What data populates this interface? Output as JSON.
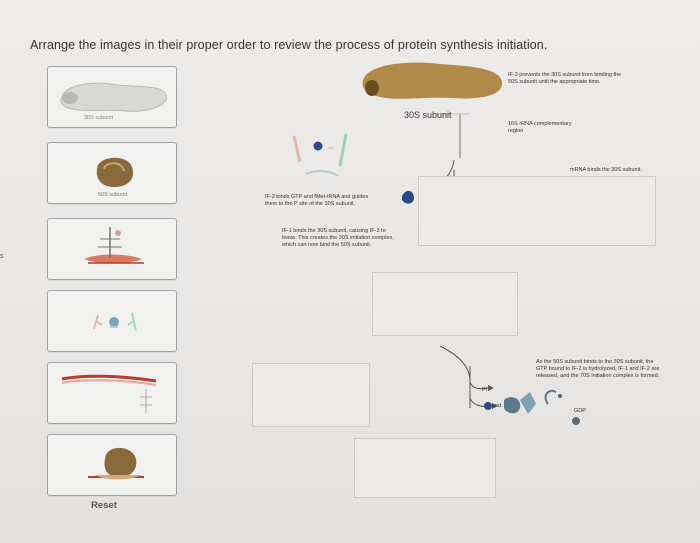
{
  "instructions": "Arrange the images in their proper order to review the process of protein synthesis initiation.",
  "edge_text": "s",
  "cards": [
    {
      "id": 1,
      "caption": "30S subunit"
    },
    {
      "id": 2,
      "caption": "50S subunit"
    },
    {
      "id": 3,
      "caption": ""
    },
    {
      "id": 4,
      "caption": ""
    },
    {
      "id": 5,
      "caption": ""
    },
    {
      "id": 6,
      "caption": ""
    }
  ],
  "labels": {
    "if3": "IF-3 prevents the 30S subunit from binding the 50S subunit until the appropriate time.",
    "subunit_30s": "30S subunit",
    "rrna_16s": "16S rRNA complementary region",
    "mrna_binds": "mRNA binds the 30S subunit.",
    "if2": "IF-2 binds GTP and fMet-tRNA and guides them to the P site of the 30S subunit.",
    "if1": "IF-1 binds the 30S subunit, causing IF-3 to leave. This creates the 30S initiation complex, which can now bind the 50S subunit.",
    "final": "As the 50S subunit binds to the 30S subunit, the GTP bound to IF-2 is hydrolyzed, IF-1 and IF-2 are released, and the 70S initiation complex is formed.",
    "pi": "Pi",
    "and": "and",
    "gdp": "GDP"
  },
  "buttons": {
    "reset": "Reset"
  }
}
